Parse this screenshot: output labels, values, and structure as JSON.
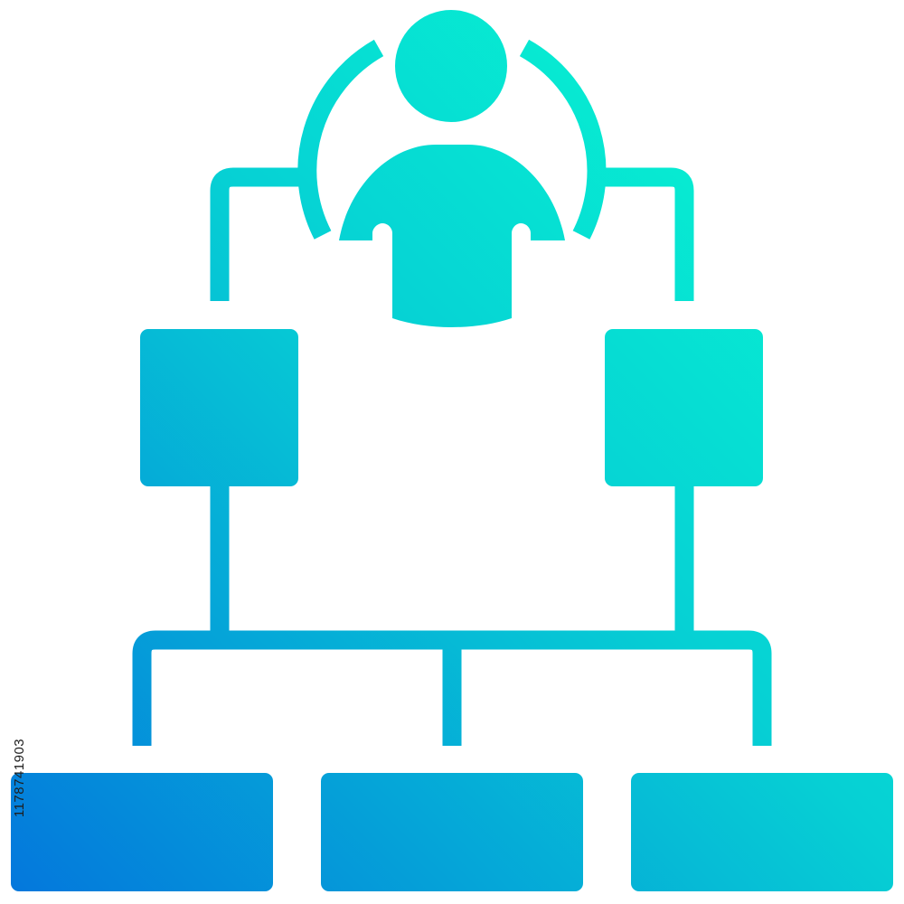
{
  "diagram": {
    "type": "org-chart-icon",
    "nodes": [
      {
        "id": "person",
        "icon": "user-icon"
      },
      {
        "id": "box-left"
      },
      {
        "id": "box-right"
      },
      {
        "id": "box-bottom-left"
      },
      {
        "id": "box-bottom-center"
      },
      {
        "id": "box-bottom-right"
      }
    ],
    "edges": [
      [
        "person",
        "box-left"
      ],
      [
        "person",
        "box-right"
      ],
      [
        "box-left",
        "box-bottom-left"
      ],
      [
        "box-left",
        "box-bottom-center"
      ],
      [
        "box-right",
        "box-bottom-right"
      ]
    ]
  },
  "colors": {
    "gradient_start": "#0477DC",
    "gradient_end": "#07F0D2"
  },
  "watermark": {
    "id_text": "1178741903"
  }
}
